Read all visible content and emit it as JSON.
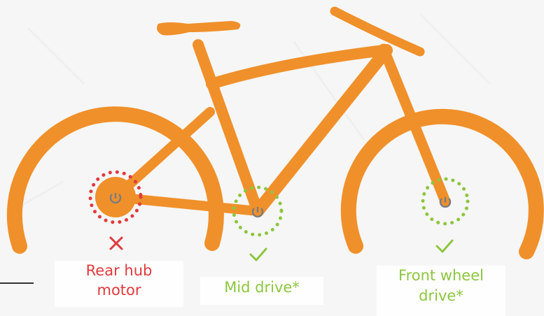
{
  "labels": {
    "rear_hub": [
      "Rear hub",
      "motor"
    ],
    "mid_drive": [
      "Mid drive*"
    ],
    "front_wheel": [
      "Front wheel",
      "drive*"
    ]
  },
  "marks": {
    "rear_hub": "cross",
    "mid_drive": "check",
    "front_wheel": "check"
  },
  "colors": {
    "frame": "#f0902a",
    "negative": "#e03a3e",
    "positive": "#8dc63f",
    "motor_icon": "#7d7d7d",
    "background": "#f6f6f6"
  }
}
